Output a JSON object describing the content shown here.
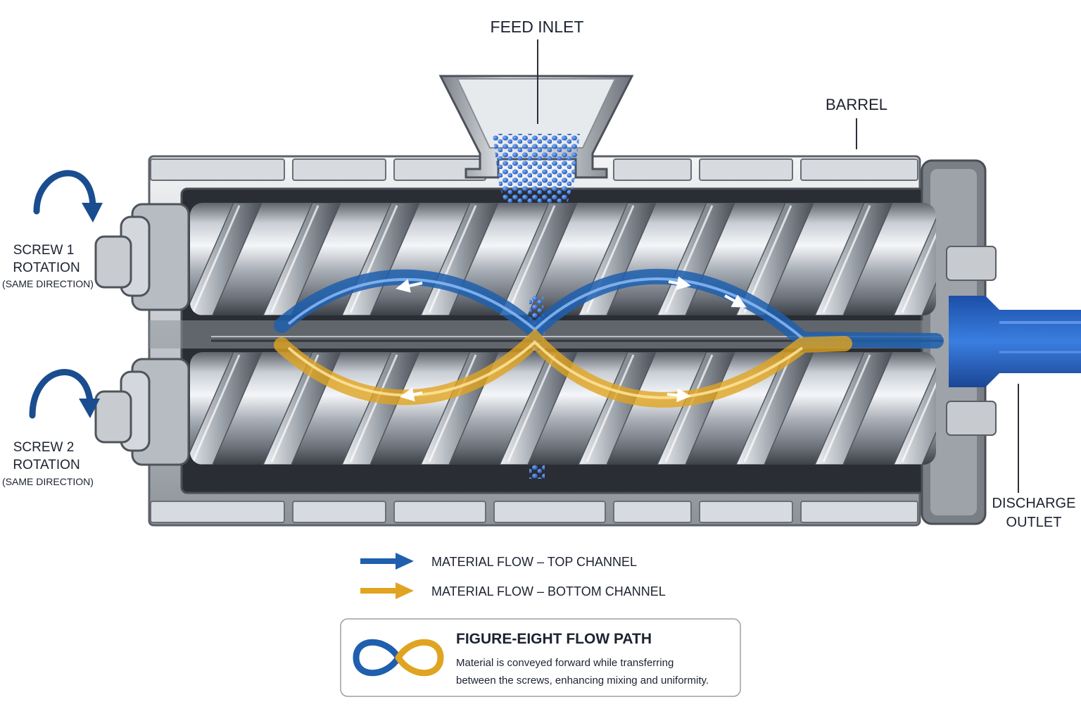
{
  "labels": {
    "feed_inlet": "FEED INLET",
    "barrel": "BARREL",
    "screw1_line1": "SCREW 1",
    "screw1_line2": "ROTATION",
    "screw1_line3": "(SAME DIRECTION)",
    "screw2_line1": "SCREW 2",
    "screw2_line2": "ROTATION",
    "screw2_line3": "(SAME DIRECTION)",
    "discharge_line1": "DISCHARGE",
    "discharge_line2": "OUTLET"
  },
  "legend": {
    "items": [
      {
        "label": "MATERIAL FLOW – TOP CHANNEL",
        "color": "#1f5fae"
      },
      {
        "label": "MATERIAL FLOW – BOTTOM CHANNEL",
        "color": "#e0a421"
      }
    ]
  },
  "info_card": {
    "title": "FIGURE-EIGHT FLOW PATH",
    "line1": "Material is conveyed forward while transferring",
    "line2": "between the screws, enhancing mixing and uniformity.",
    "icon": "infinity-icon"
  },
  "colors": {
    "top_flow": "#1f5fae",
    "bottom_flow": "#e0a421",
    "rotation_arrow": "#1a4d8f",
    "pellets": "#2f6fd0"
  }
}
